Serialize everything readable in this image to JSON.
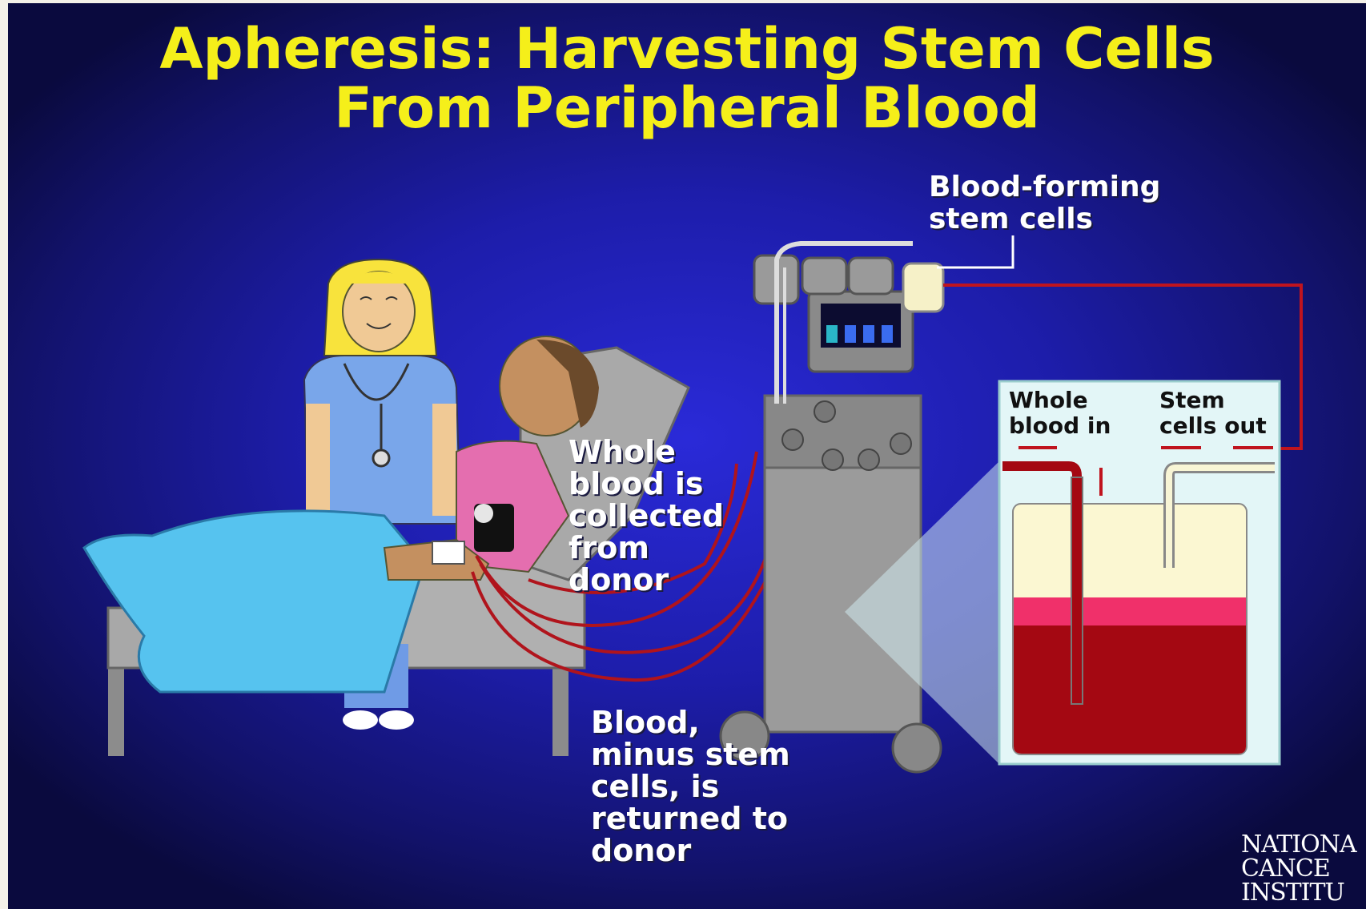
{
  "title": {
    "line1": "Apheresis: Harvesting Stem Cells",
    "line2": "From Peripheral Blood"
  },
  "labels": {
    "stem_cells": "Blood-forming\nstem cells",
    "whole_blood_collected": "Whole\nblood is\ncollected\nfrom\ndonor",
    "blood_returned": "Blood,\nminus stem\ncells, is\nreturned to\ndonor",
    "whole_blood_in": "Whole\nblood in",
    "stem_cells_out": "Stem\ncells out"
  },
  "logo": {
    "line1": "NATIONA",
    "line2": "CANCE",
    "line3": "INSTITU"
  },
  "colors": {
    "title": "#f5ef1a",
    "blood": "#c0141e",
    "plasma": "#fbf7d2",
    "machine": "#9a9a9a"
  }
}
